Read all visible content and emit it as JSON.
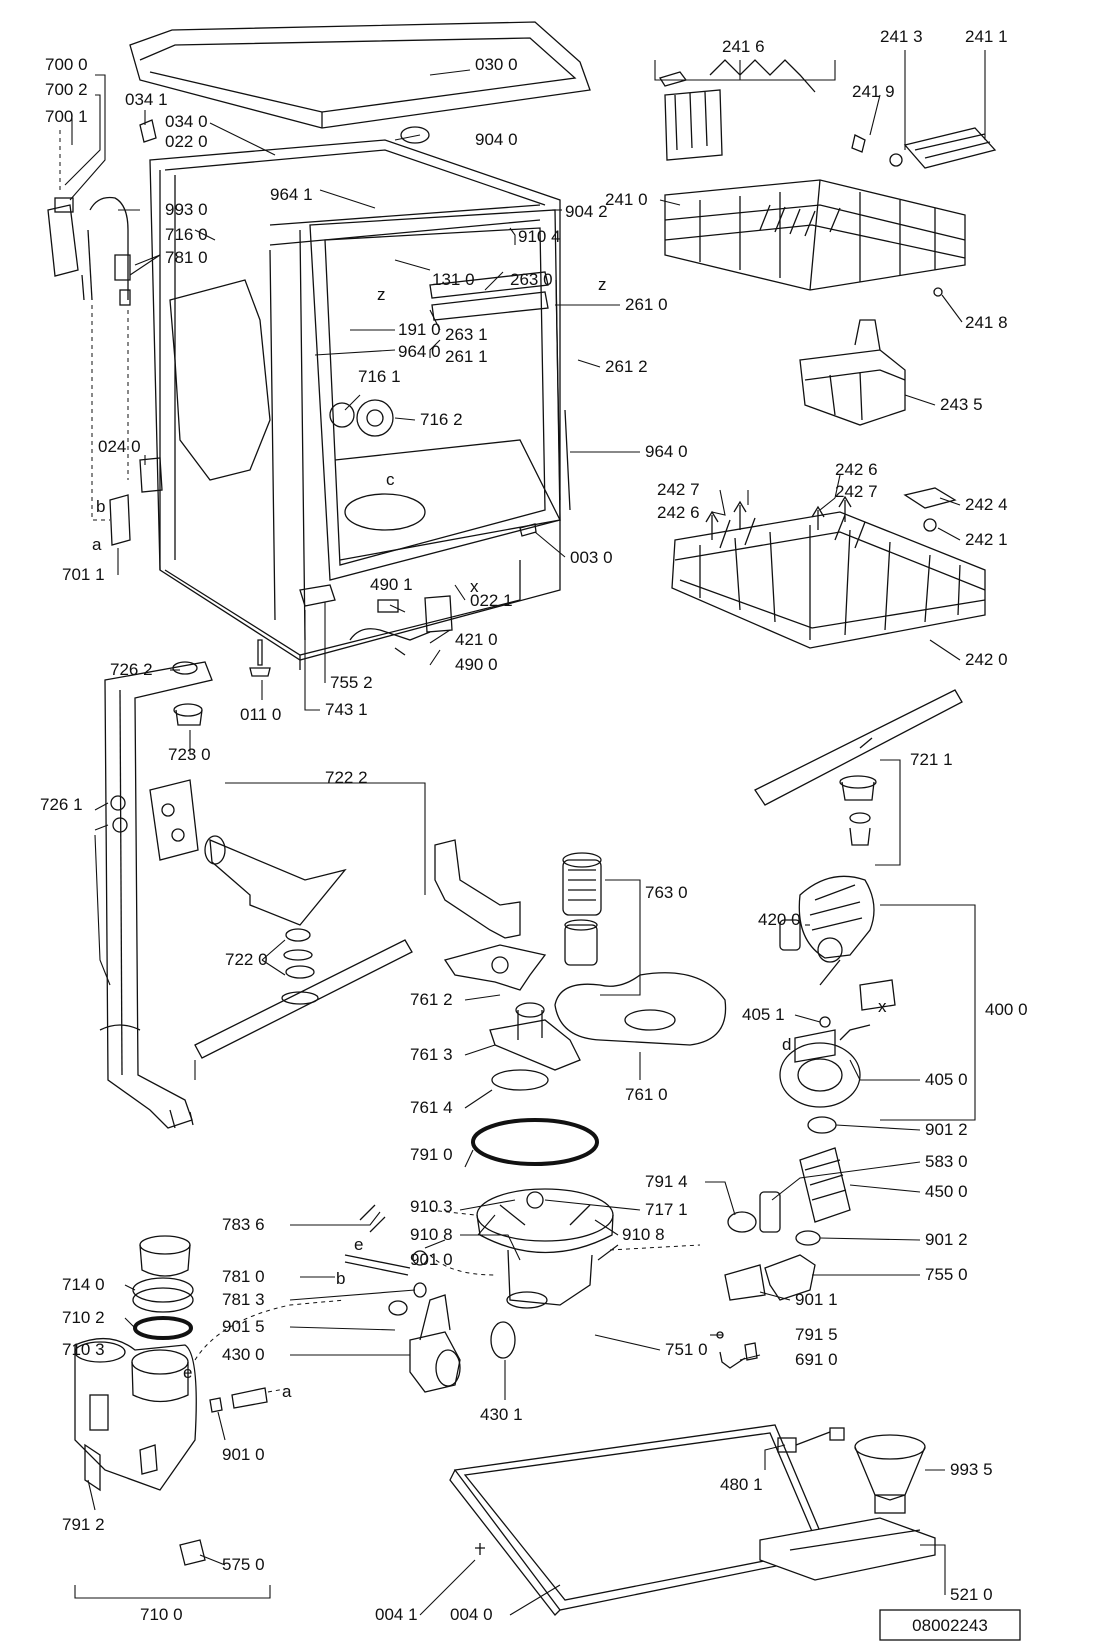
{
  "doc_number": "08002243",
  "letters": [
    "z",
    "z",
    "c",
    "x",
    "x",
    "a",
    "b",
    "b",
    "e",
    "e",
    "d",
    "a"
  ],
  "labels": [
    "030 0",
    "700 0",
    "700 2",
    "700 1",
    "034 1",
    "034 0",
    "022 0",
    "904 0",
    "993 0",
    "964 1",
    "716 0",
    "781 0",
    "904 2",
    "910 4",
    "131 0",
    "263 0",
    "261 0",
    "191 0",
    "263 1",
    "261 1",
    "964 0",
    "261 2",
    "716 1",
    "716 2",
    "964 0",
    "024 0",
    "003 0",
    "701 1",
    "490 1",
    "022 1",
    "421 0",
    "490 0",
    "755 2",
    "743 1",
    "011 0",
    "241 6",
    "241 3",
    "241 1",
    "241 9",
    "241 0",
    "241 8",
    "243 5",
    "242 6",
    "242 7",
    "242 7",
    "242 6",
    "242 4",
    "242 1",
    "242 0",
    "726 2",
    "723 0",
    "722 2",
    "726 1",
    "722 0",
    "721 1",
    "763 0",
    "761 2",
    "761 3",
    "761 4",
    "761 0",
    "420 0",
    "400 0",
    "405 1",
    "405 0",
    "901 2",
    "583 0",
    "450 0",
    "901 2",
    "791 0",
    "791 4",
    "910 3",
    "717 1",
    "910 8",
    "910 8",
    "783 6",
    "901 0",
    "755 0",
    "781 0",
    "901 1",
    "781 3",
    "791 5",
    "901 5",
    "751 0",
    "430 0",
    "691 0",
    "430 1",
    "714 0",
    "710 2",
    "710 3",
    "901 0",
    "791 2",
    "575 0",
    "710 0",
    "480 1",
    "993 5",
    "004 1",
    "004 0",
    "521 0"
  ]
}
